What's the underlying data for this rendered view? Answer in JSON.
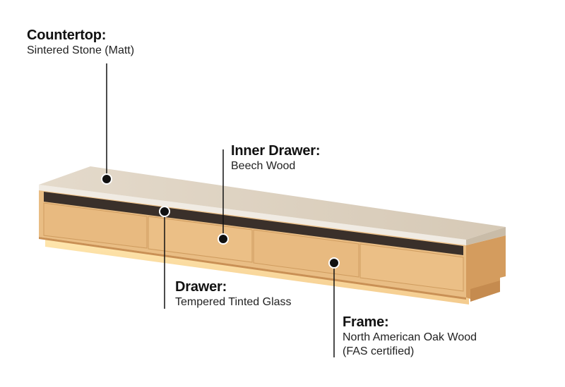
{
  "callouts": {
    "countertop": {
      "title": "Countertop:",
      "desc": "Sintered Stone (Matt)"
    },
    "inner_drawer": {
      "title": "Inner Drawer:",
      "desc": "Beech Wood"
    },
    "drawer": {
      "title": "Drawer:",
      "desc": "Tempered Tinted Glass"
    },
    "frame": {
      "title": "Frame:",
      "desc_line1": "North American Oak Wood",
      "desc_line2": "(FAS certified)"
    }
  },
  "colors": {
    "countertop": "#ddd2c2",
    "oak": "#e9bd84",
    "oak_dark": "#d9a568",
    "glass": "#3a302a",
    "glow": "#ffd98a",
    "leader": "#111111"
  }
}
